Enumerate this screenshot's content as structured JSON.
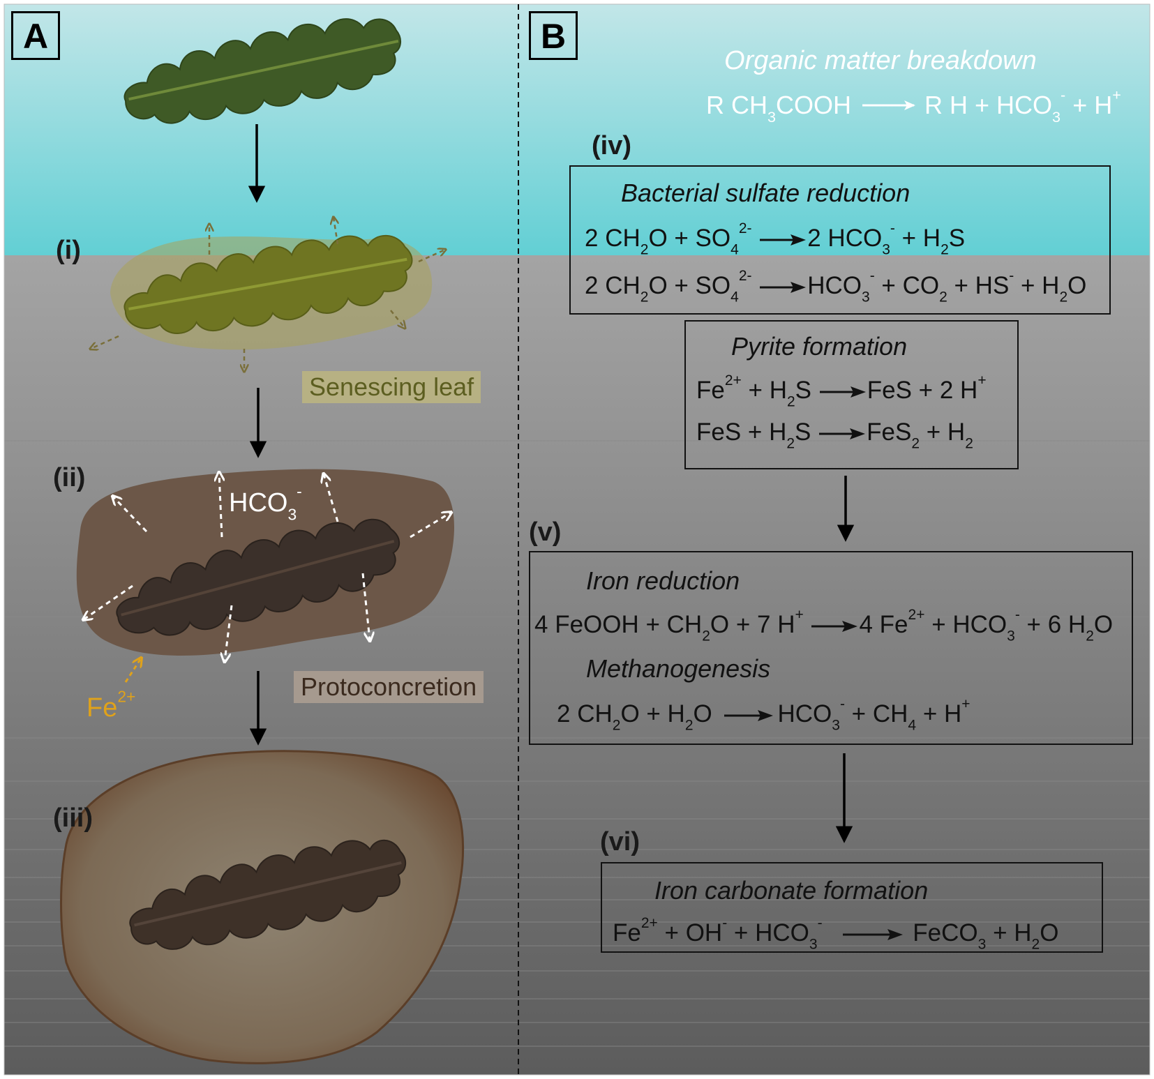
{
  "panels": {
    "a": "A",
    "b": "B"
  },
  "steps": {
    "i": "(i)",
    "ii": "(ii)",
    "iii": "(iii)",
    "iv": "(iv)",
    "v": "(v)",
    "vi": "(vi)"
  },
  "left_labels": {
    "senescing": "Senescing leaf",
    "protoconcretion": "Protoconcretion"
  },
  "ions": {
    "hco3": "HCO",
    "fe2": "Fe"
  },
  "organic": {
    "title": "Organic matter breakdown",
    "eq": {
      "r1": "R CH",
      "r2": "COOH",
      "p1": "R H + HCO",
      "p2": " + H"
    }
  },
  "bsr": {
    "title": "Bacterial sulfate reduction",
    "eq1": {
      "a": "2 CH",
      "b": "O + SO",
      "c": "2 HCO",
      "d": " + H",
      "e": "S"
    },
    "eq2": {
      "a": "2 CH",
      "b": "O + SO",
      "c": "HCO",
      "d": " + CO",
      "e": " + HS",
      "f": " + H",
      "g": "O"
    }
  },
  "pyrite": {
    "title": "Pyrite formation",
    "eq1": {
      "a": "Fe",
      "b": " + H",
      "c": "S",
      "d": "FeS + 2 H"
    },
    "eq2": {
      "a": "FeS + H",
      "b": "S",
      "c": "FeS",
      "d": " + H"
    }
  },
  "iron_red": {
    "title": "Iron reduction",
    "eq": {
      "a": "4 FeOOH + CH",
      "b": "O + 7 H",
      "c": "4 Fe",
      "d": " + HCO",
      "e": " + 6 H",
      "f": "O"
    }
  },
  "methano": {
    "title": "Methanogenesis",
    "eq": {
      "a": "2 CH",
      "b": "O + H",
      "c": "O",
      "d": "HCO",
      "e": " + CH",
      "f": " + H"
    }
  },
  "fecarb": {
    "title": "Iron carbonate formation",
    "eq": {
      "a": "Fe",
      "b": " + OH",
      "c": " + HCO",
      "d": "FeCO",
      "e": " + H",
      "f": "O"
    }
  },
  "colors": {
    "water_top": "#c2e6e8",
    "water_bottom": "#62cfd4",
    "sediment_top": "#a4a4a4",
    "sediment_bottom": "#5c5c5c",
    "leaf_green": "#3f5a26",
    "leaf_yellow": "#6f7522",
    "leaf_dark": "#3b302a",
    "halo_yellow": "#a9a35a",
    "halo_brown": "#6a5444",
    "concretion": "#8a6a4d",
    "fe_orange": "#e0a21a"
  }
}
